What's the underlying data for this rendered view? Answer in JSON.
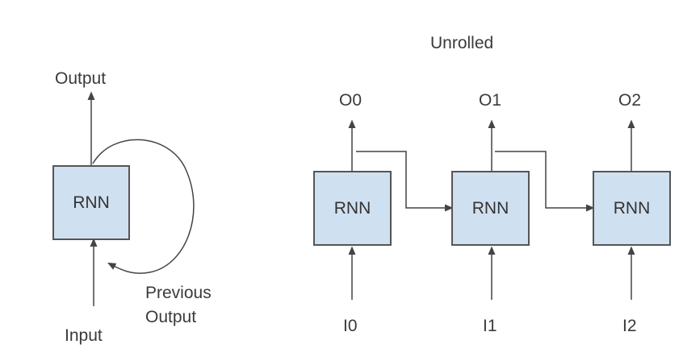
{
  "colors": {
    "box_fill": "#cfe0f1",
    "line": "#444444",
    "text": "#3a3a3a"
  },
  "folded": {
    "cell_label": "RNN",
    "output_label": "Output",
    "input_label": "Input",
    "feedback_label_line1": "Previous",
    "feedback_label_line2": "Output"
  },
  "unrolled": {
    "title": "Unrolled",
    "steps": [
      {
        "cell_label": "RNN",
        "output_label": "O0",
        "input_label": "I0"
      },
      {
        "cell_label": "RNN",
        "output_label": "O1",
        "input_label": "I1"
      },
      {
        "cell_label": "RNN",
        "output_label": "O2",
        "input_label": "I2"
      }
    ]
  }
}
